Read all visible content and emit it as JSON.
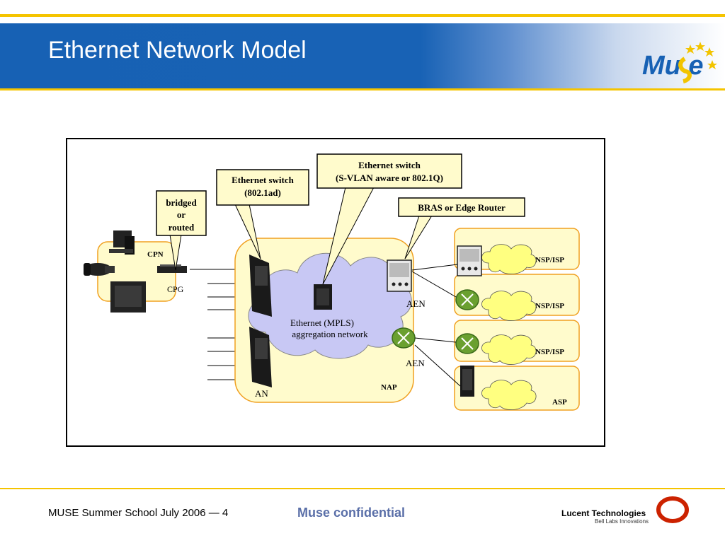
{
  "slide": {
    "title": "Ethernet Network Model",
    "logo_text": "Mu e",
    "footer_left": "MUSE Summer School July 2006 — 4",
    "footer_center": "Muse confidential",
    "footer_company": "Lucent Technologies",
    "footer_company_sub": "Bell Labs Innovations"
  },
  "diagram": {
    "callouts": {
      "bridged": [
        "bridged",
        "or",
        "routed"
      ],
      "switch_ad": [
        "Ethernet switch",
        "(802.1ad)"
      ],
      "switch_vlan": [
        "Ethernet switch",
        "(S-VLAN aware or 802.1Q)"
      ],
      "bras": "BRAS or Edge Router"
    },
    "labels": {
      "cpn": "CPN",
      "cpg": "CPG",
      "an": "AN",
      "aen_top": "AEN",
      "aen_bottom": "AEN",
      "nap": "NAP",
      "cloud_line1": "Ethernet (MPLS)",
      "cloud_line2": "aggregation network",
      "provider1": "NSP/ISP",
      "provider2": "NSP/ISP",
      "provider3": "NSP/ISP",
      "provider4": "ASP"
    }
  },
  "colors": {
    "banner_blue": "#1761b4",
    "accent_yellow": "#f5c400",
    "box_fill": "#fffbcc",
    "box_stroke": "#f0a020",
    "cloud_fill": "#c8c8f4",
    "router_green": "#6aa030"
  }
}
